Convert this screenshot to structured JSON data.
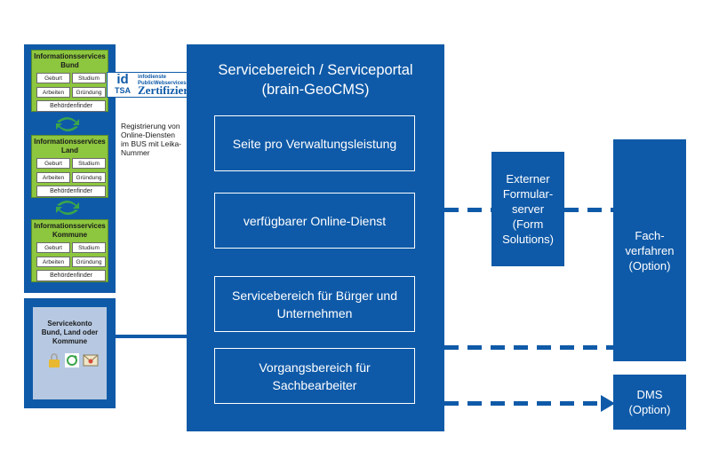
{
  "left_panels": [
    {
      "title": "Informationsservices Bund",
      "chips": [
        "Geburt",
        "Studium",
        "Arbeiten",
        "Gründung"
      ],
      "finder": "Behördenfinder"
    },
    {
      "title": "Informationsservices Land",
      "chips": [
        "Geburt",
        "Studium",
        "Arbeiten",
        "Gründung"
      ],
      "finder": "Behördenfinder"
    },
    {
      "title": "Informationsservices Kommune",
      "chips": [
        "Geburt",
        "Studium",
        "Arbeiten",
        "Gründung"
      ],
      "finder": "Behördenfinder"
    }
  ],
  "cert": {
    "small": "infodienste PublicWebservices",
    "logo": "id",
    "org": "TSA",
    "big": "Zertifiziert"
  },
  "registration_note": "Registrierung von Online-Diensten im BUS mit Leika-Nummer",
  "servicekonto": {
    "title": "Servicekonto Bund, Land oder Kommune"
  },
  "portal": {
    "title_line1": "Servicebereich / Serviceportal",
    "title_line2": "(brain-GeoCMS)",
    "boxes": [
      {
        "text": "Seite pro Verwaltungsleistung"
      },
      {
        "text": "verfügbarer Online-Dienst"
      },
      {
        "text": "Servicebereich für Bürger und Unternehmen"
      },
      {
        "text": "Vorgangsbereich für Sachbearbeiter"
      }
    ]
  },
  "formularserver": {
    "text": "Externer Formular-server (Form Solutions)"
  },
  "fachverfahren": {
    "text": "Fach-verfahren (Option)"
  },
  "dms": {
    "text": "DMS (Option)"
  },
  "colors": {
    "primary": "#0f5aa8",
    "green": "#8dc63f",
    "lightblue": "#b7c9e2"
  }
}
